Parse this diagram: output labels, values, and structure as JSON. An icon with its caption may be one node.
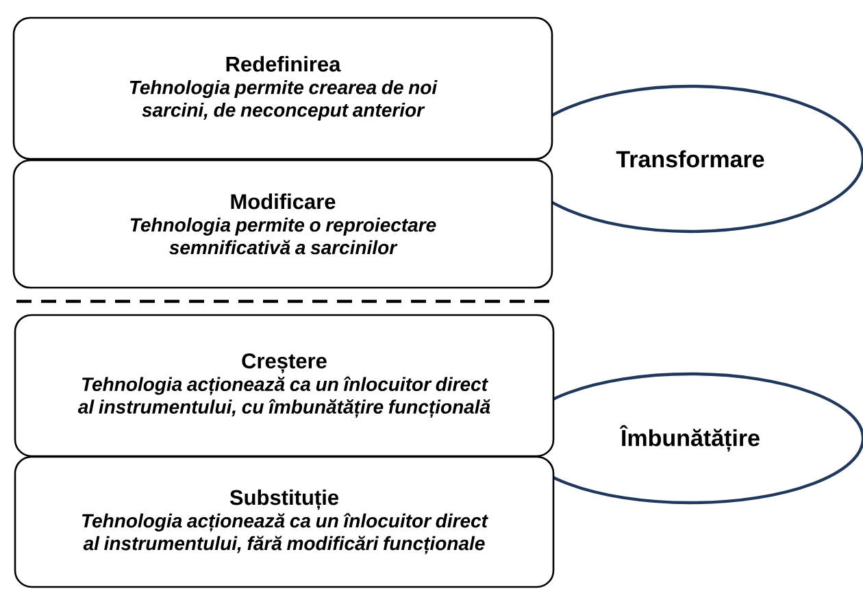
{
  "diagram": {
    "nodes": [
      {
        "text": [
          "Redefinirea",
          "Tehnologia permite crearea de noi sarcini, de neconceput anterior"
        ]
      },
      {
        "text": [
          "Modificare",
          "Tehnologia permite o reproiectare semnificativă a sarcinilor"
        ]
      },
      {
        "text": [
          "Transformare"
        ]
      },
      {
        "text": [
          "Creștere",
          "Tehnologia acționează ca un înlocuitor direct al instrumentului, cu îmbunătățire funcțională"
        ]
      },
      {
        "text": [
          "Substituție",
          "Tehnologia acționează ca un înlocuitor direct al instrumentului, fără modificări funcționale"
        ]
      },
      {
        "text": [
          "Îmbunătățire"
        ]
      }
    ]
  }
}
